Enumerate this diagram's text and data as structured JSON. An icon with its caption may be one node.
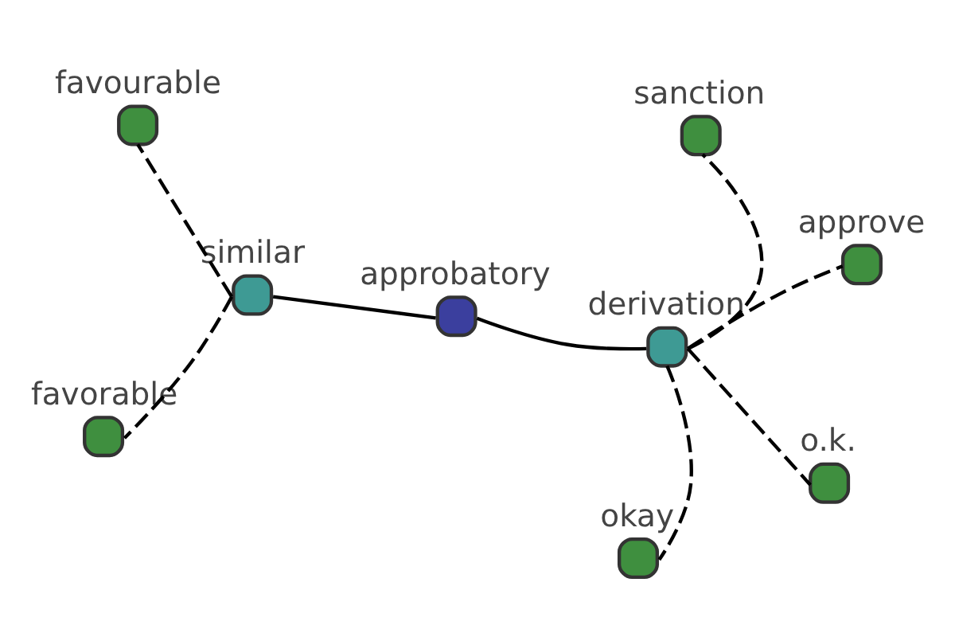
{
  "diagram": {
    "nodes": [
      {
        "text": [
          "favourable"
        ]
      },
      {
        "text": [
          "similar"
        ]
      },
      {
        "text": [
          "favorable"
        ]
      },
      {
        "text": [
          "approbatory"
        ]
      },
      {
        "text": [
          "sanction"
        ]
      },
      {
        "text": [
          "derivation"
        ]
      },
      {
        "text": [
          "okay"
        ]
      },
      {
        "text": [
          "approve"
        ]
      },
      {
        "text": [
          "o.k."
        ]
      }
    ],
    "edges": [
      {
        "from": 3,
        "to": 1,
        "arrow": "none"
      },
      {
        "from": 3,
        "to": 5,
        "arrow": "none"
      },
      {
        "from": 1,
        "to": 0,
        "arrow": "none",
        "style": "dashed"
      },
      {
        "from": 1,
        "to": 2,
        "arrow": "none",
        "style": "dashed"
      },
      {
        "from": 5,
        "to": 4,
        "arrow": "none",
        "style": "dashed"
      },
      {
        "from": 5,
        "to": 6,
        "arrow": "none",
        "style": "dashed"
      },
      {
        "from": 5,
        "to": 7,
        "arrow": "none",
        "style": "dashed"
      },
      {
        "from": 5,
        "to": 8,
        "arrow": "none",
        "style": "dashed"
      }
    ]
  }
}
